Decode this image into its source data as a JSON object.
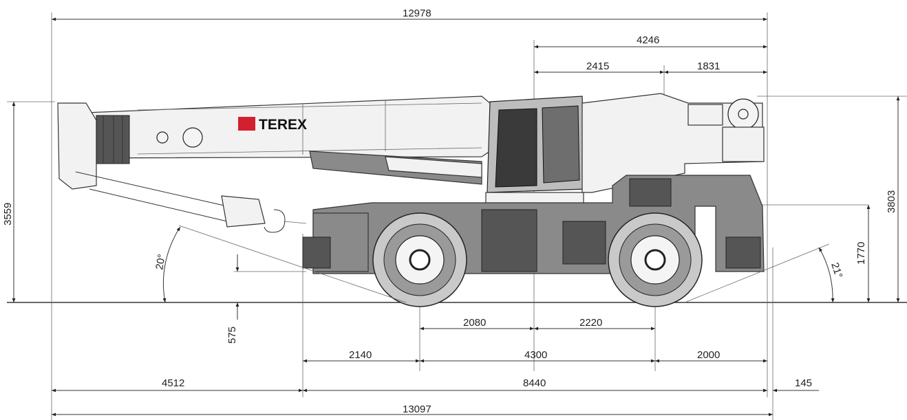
{
  "brand": {
    "logo_text": "TEREX",
    "logo_color": "#d3202e"
  },
  "dimensions": {
    "overall_top": "12978",
    "rear_overhang": "4246",
    "rear_a": "2415",
    "rear_b": "1831",
    "height_boom": "3559",
    "height_total": "3803",
    "height_deck": "1770",
    "ground_clearance": "575",
    "wheel_half_front": "2080",
    "wheel_half_rear": "2220",
    "front_overhang": "2140",
    "wheelbase": "4300",
    "rear_overhang_lower": "2000",
    "boom_overhang": "4512",
    "carrier_length": "8440",
    "rear_extra": "145",
    "overall_bottom": "13097"
  },
  "angles": {
    "approach": "20°",
    "departure": "21°"
  }
}
